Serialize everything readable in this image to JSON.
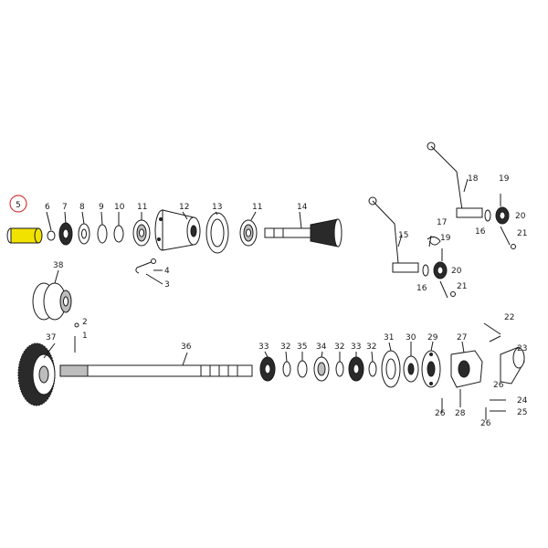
{
  "colors": {
    "ink": "#1a1a1a",
    "highlight_fill": "#f2e200",
    "highlight_circle": "#d23a3a"
  },
  "callouts": {
    "c1": "1",
    "c2": "2",
    "c3": "3",
    "c4": "4",
    "c5": "5",
    "c6": "6",
    "c7": "7",
    "c8": "8",
    "c9": "9",
    "c10": "10",
    "c11a": "11",
    "c11b": "11",
    "c12": "12",
    "c13": "13",
    "c14": "14",
    "c15": "15",
    "c16a": "16",
    "c16b": "16",
    "c17": "17",
    "c18": "18",
    "c19a": "19",
    "c19b": "19",
    "c20a": "20",
    "c20b": "20",
    "c21a": "21",
    "c21b": "21",
    "c22": "22",
    "c23": "23",
    "c24": "24",
    "c25": "25",
    "c26a": "26",
    "c26b": "26",
    "c26c": "26",
    "c27": "27",
    "c28": "28",
    "c29": "29",
    "c30": "30",
    "c31": "31",
    "c32a": "32",
    "c32b": "32",
    "c32c": "32",
    "c33a": "33",
    "c33b": "33",
    "c34": "34",
    "c35": "35",
    "c36": "36",
    "c37": "37",
    "c38": "38"
  },
  "highlighted_part": "5"
}
